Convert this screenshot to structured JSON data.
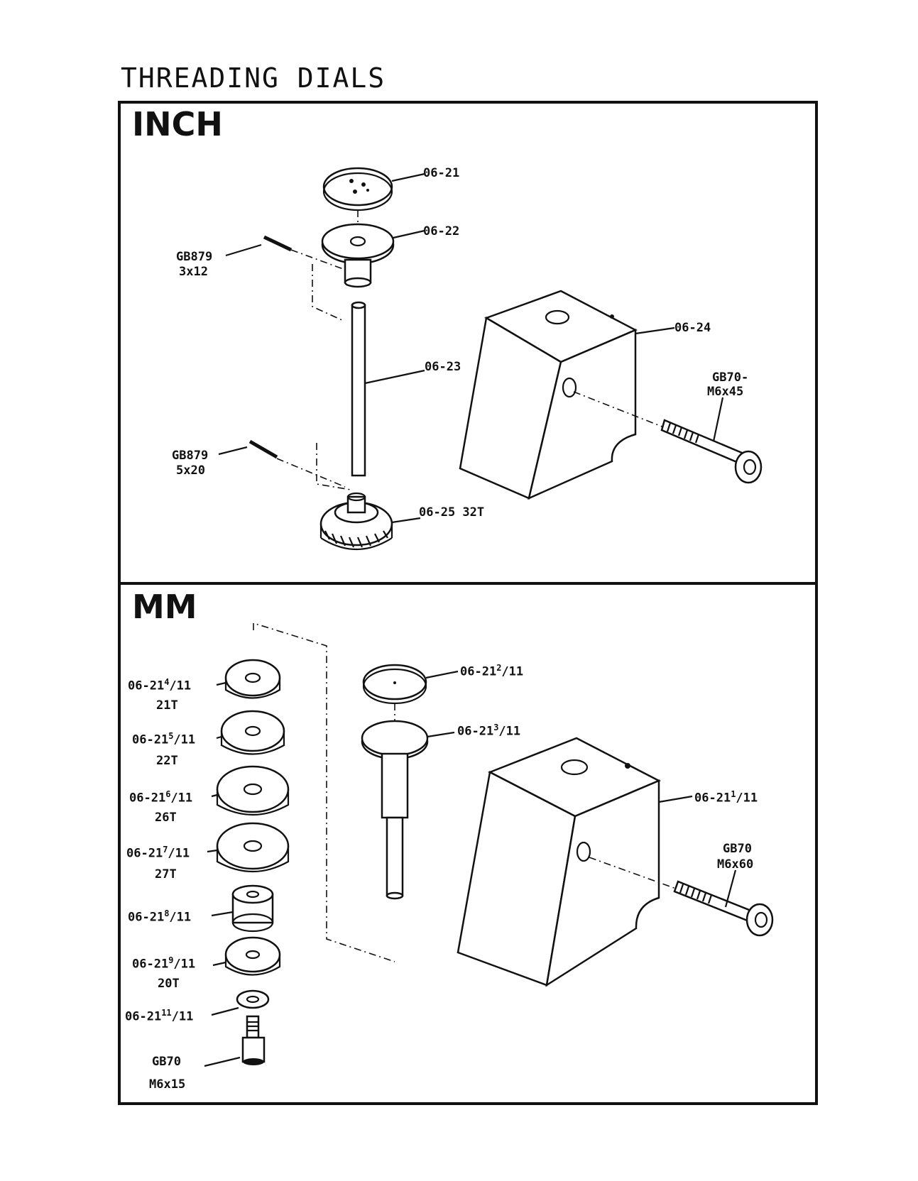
{
  "title": "THREADING DIALS",
  "inch": {
    "heading": "INCH",
    "labels": {
      "p0621": "06-21",
      "p0622": "06-22",
      "pin_top_1": "GB879",
      "pin_top_2": "3x12",
      "p0623": "06-23",
      "pin_bot_1": "GB879",
      "pin_bot_2": "5x20",
      "p0625": "06-25 32T",
      "p0624": "06-24",
      "screw_1": "GB70-",
      "screw_2": "M6x45"
    }
  },
  "mm": {
    "heading": "MM",
    "labels": {
      "g4_base": "06-21",
      "g4_sup": "4",
      "g4_tail": "/11",
      "g4_teeth": "21T",
      "g5_base": "06-21",
      "g5_sup": "5",
      "g5_tail": "/11",
      "g5_teeth": "22T",
      "g6_base": "06-21",
      "g6_sup": "6",
      "g6_tail": "/11",
      "g6_teeth": "26T",
      "g7_base": "06-21",
      "g7_sup": "7",
      "g7_tail": "/11",
      "g7_teeth": "27T",
      "g8_base": "06-21",
      "g8_sup": "8",
      "g8_tail": "/11",
      "g9_base": "06-21",
      "g9_sup": "9",
      "g9_tail": "/11",
      "g9_teeth": "20T",
      "g11_base": "06-21",
      "g11_sup": "11",
      "g11_tail": "/11",
      "screw_small_1": "GB70",
      "screw_small_2": "M6x15",
      "d2_base": "06-21",
      "d2_sup": "2",
      "d2_tail": "/11",
      "d3_base": "06-21",
      "d3_sup": "3",
      "d3_tail": "/11",
      "b1_base": "06-21",
      "b1_sup": "1",
      "b1_tail": "/11",
      "screw_1": "GB70",
      "screw_2": "M6x60"
    }
  }
}
